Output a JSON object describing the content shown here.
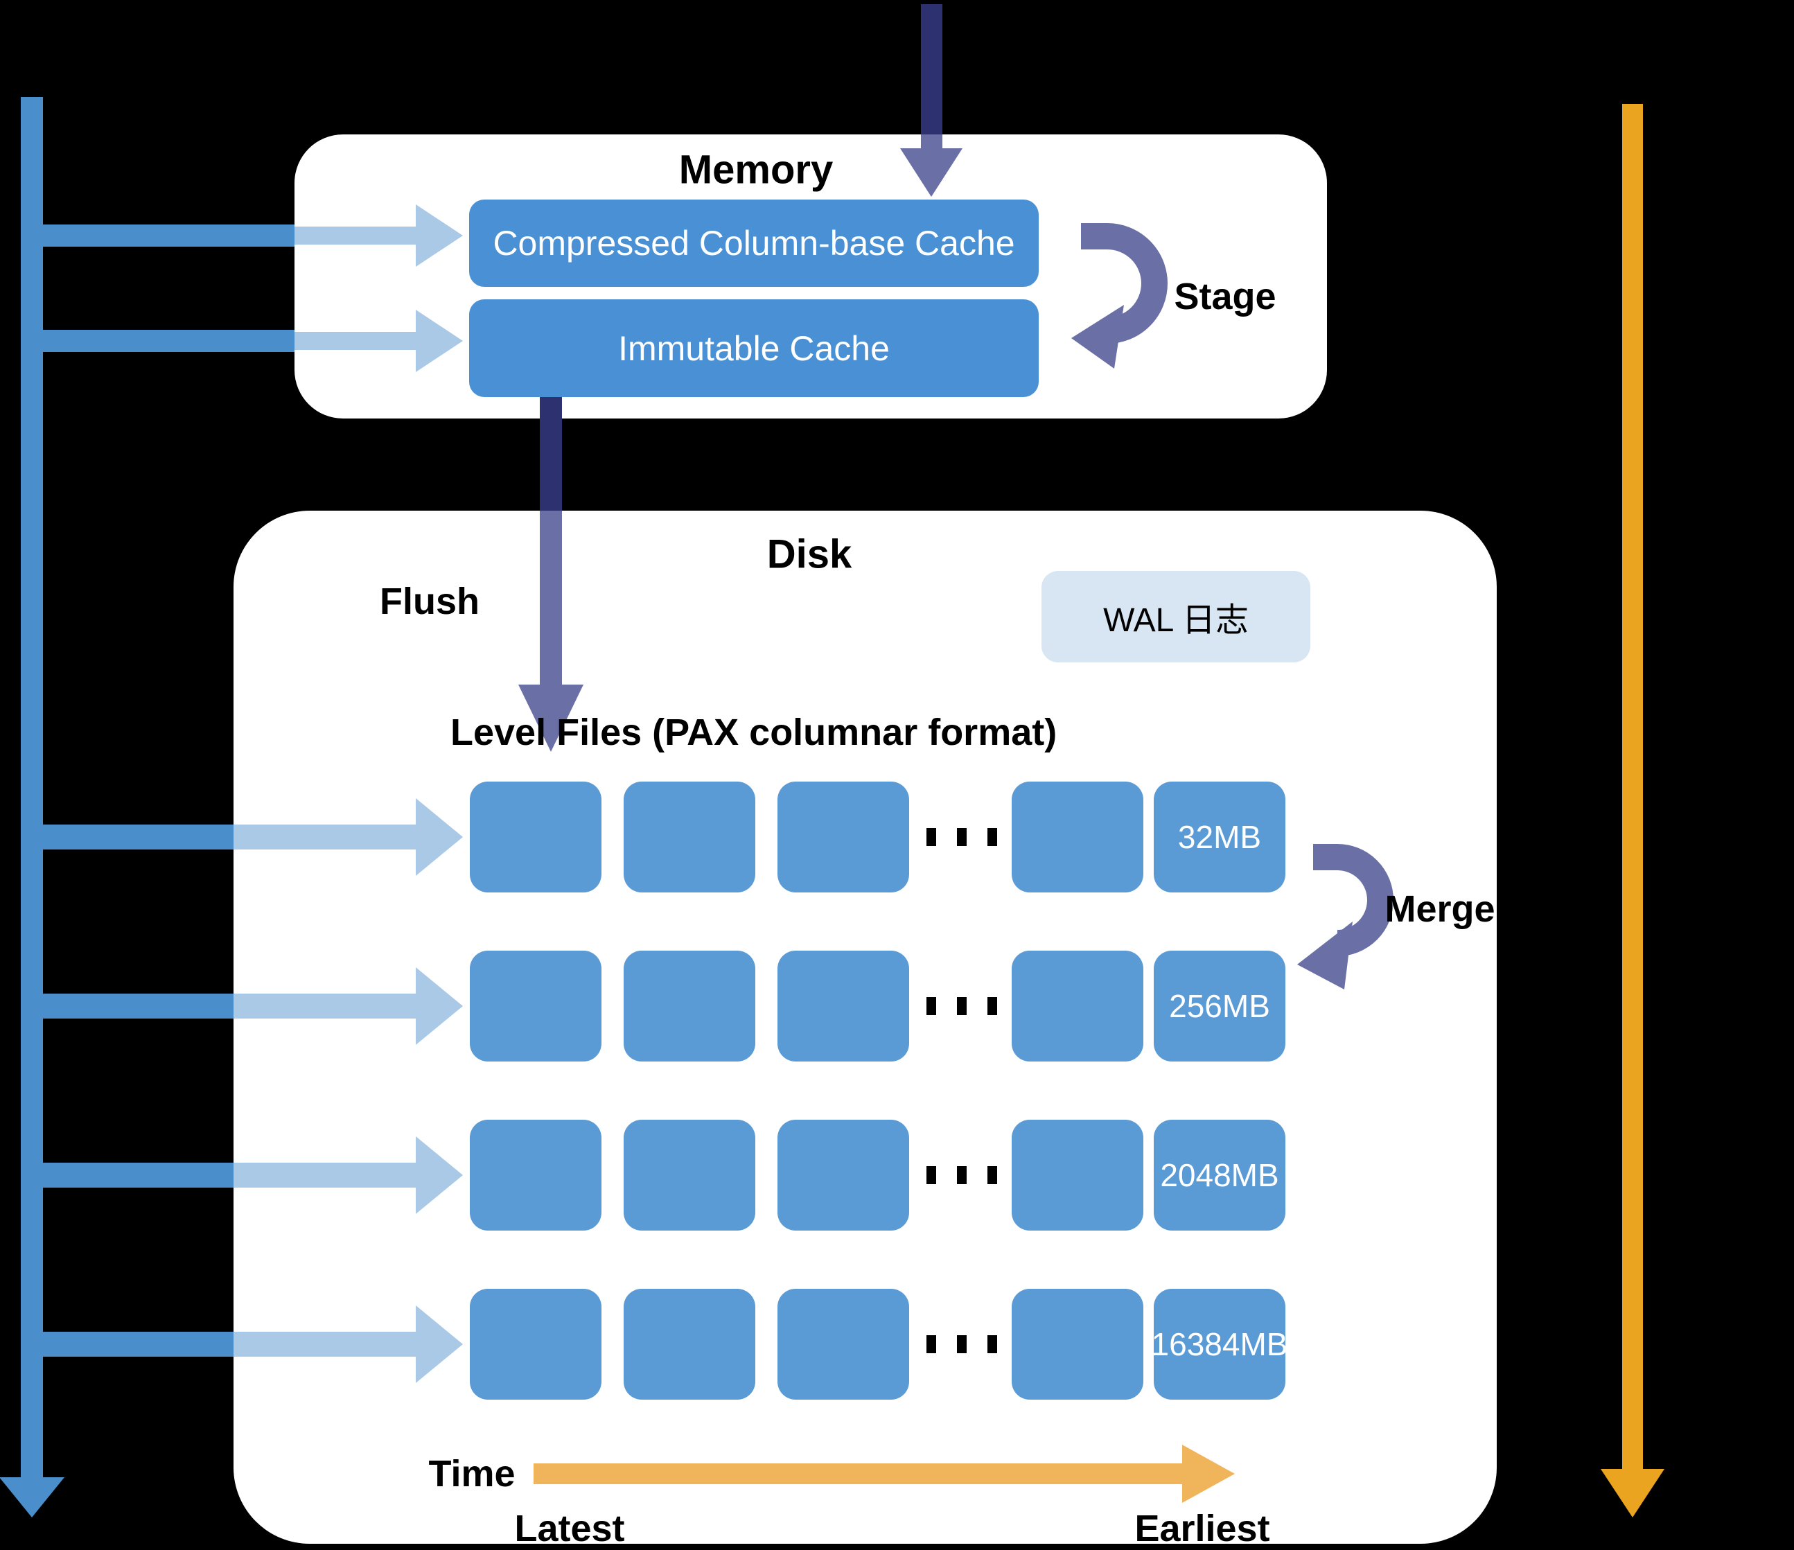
{
  "memory": {
    "title": "Memory",
    "caches": {
      "compressed": "Compressed Column-base Cache",
      "immutable": "Immutable Cache"
    },
    "stage_label": "Stage"
  },
  "disk": {
    "title": "Disk",
    "flush_label": "Flush",
    "wal_label": "WAL 日志",
    "level_files_heading": "Level Files (PAX columnar format)",
    "merge_label": "Merge",
    "levels": [
      {
        "size": "32MB"
      },
      {
        "size": "256MB"
      },
      {
        "size": "2048MB"
      },
      {
        "size": "16384MB"
      }
    ]
  },
  "time_axis": {
    "label": "Time",
    "latest": "Latest",
    "earliest": "Earliest"
  },
  "colors": {
    "cache-blue": "#4A90D5",
    "level-blue": "#5B9BD5",
    "spine-blue": "#4A8FCB",
    "pale-blue": "#A9C9E6",
    "navy": "#2D3170",
    "purple": "#6A6FA5",
    "orange": "#EAA41F",
    "time-orange": "#F0B45A",
    "wal-blue": "#D8E5F2",
    "background": "#000000",
    "panel": "#FFFFFF"
  }
}
